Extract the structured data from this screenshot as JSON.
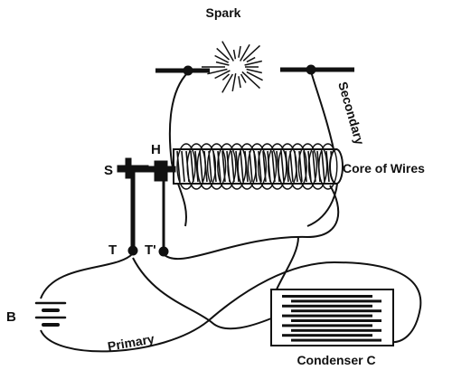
{
  "labels": {
    "spark": "Spark",
    "secondary": "Secondary",
    "core": "Core of Wires",
    "s": "S",
    "h": "H",
    "t": "T",
    "t_prime": "T'",
    "b": "B",
    "primary": "Primary",
    "condenser": "Condenser C"
  },
  "colors": {
    "ink": "#111111",
    "paper": "#ffffff"
  }
}
